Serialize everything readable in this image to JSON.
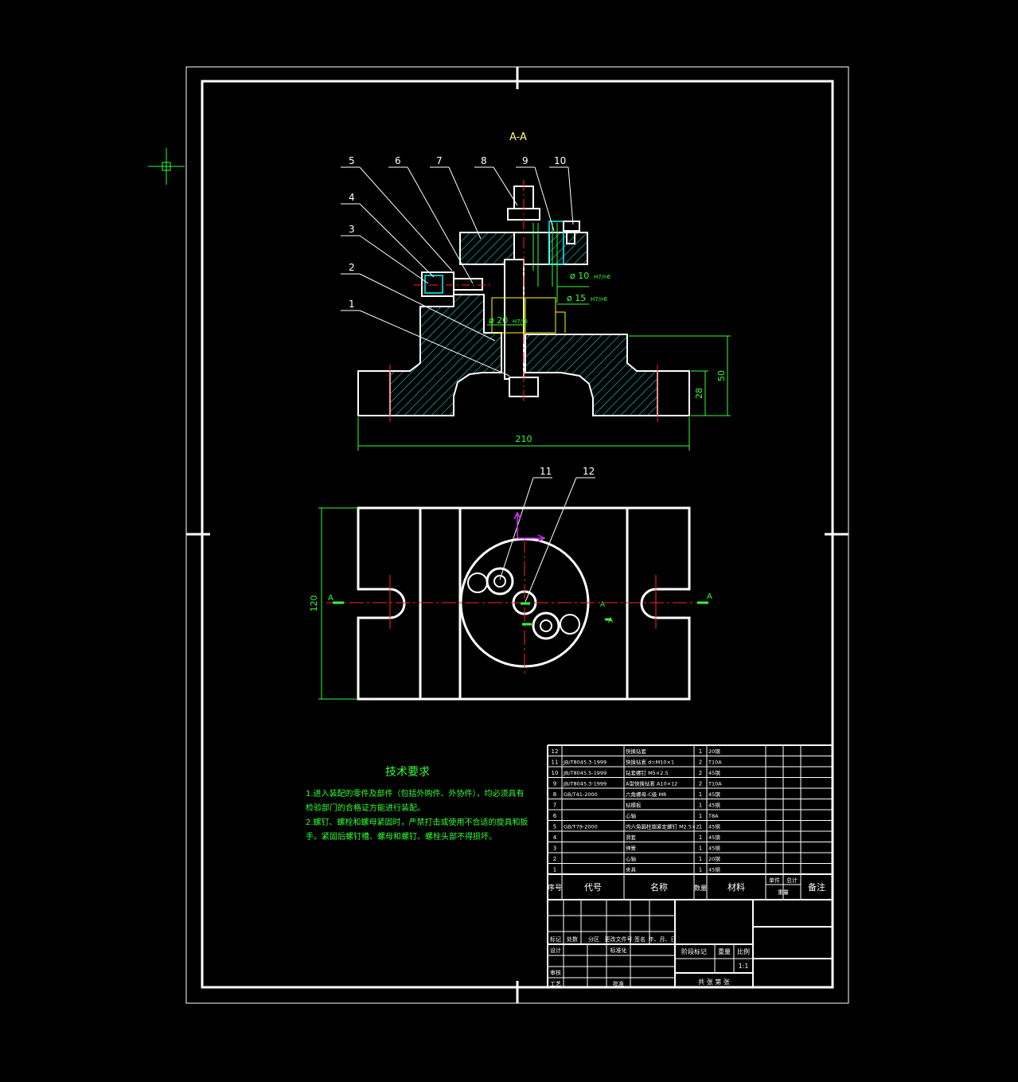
{
  "section_label": "A-A",
  "leader_numbers": [
    "1",
    "2",
    "3",
    "4",
    "5",
    "6",
    "7",
    "8",
    "9",
    "10",
    "11",
    "12"
  ],
  "fits": {
    "d10": "ø 10",
    "d10_fit": "H7/n6",
    "d15": "ø 15",
    "d15_fit": "H7/n6",
    "d20": "ø 20",
    "d20_fit": "H7/f6"
  },
  "dims": {
    "width": "210",
    "height_total": "50",
    "height_base": "28",
    "plan_height": "120"
  },
  "section_marks": [
    "A",
    "A",
    "A",
    "A"
  ],
  "tech_requirements": {
    "title": "技术要求",
    "lines": [
      "1.进入装配的零件及部件（包括外购件、外协件），均必须具有",
      "检验部门的合格证方能进行装配。",
      "2.螺钉、螺栓和螺母紧固时，严禁打击或使用不合适的旋具和扳",
      "手。紧固后螺钉槽、螺母和螺钉、螺栓头部不得损坏。"
    ]
  },
  "bom": {
    "rows": [
      {
        "no": "12",
        "code": "",
        "name": "快换钻套",
        "qty": "1",
        "mat": "20钢"
      },
      {
        "no": "11",
        "code": "JB/T8045.3-1999",
        "name": "快换钻套 d=M10×1",
        "qty": "2",
        "mat": "T10A"
      },
      {
        "no": "10",
        "code": "JB/T8045.5-1999",
        "name": "钻套螺钉 M5×2.5",
        "qty": "2",
        "mat": "45钢"
      },
      {
        "no": "9",
        "code": "JB/T8045.3-1999",
        "name": "A型快换钻套 A10×12",
        "qty": "2",
        "mat": "T10A"
      },
      {
        "no": "8",
        "code": "GB/T41-2000",
        "name": "六角螺母-C级 M8",
        "qty": "1",
        "mat": "45钢"
      },
      {
        "no": "7",
        "code": "",
        "name": "钻模板",
        "qty": "1",
        "mat": "45钢"
      },
      {
        "no": "6",
        "code": "",
        "name": "心轴",
        "qty": "1",
        "mat": "T8A"
      },
      {
        "no": "5",
        "code": "GB/T79-2000",
        "name": "内六角圆柱端紧定螺钉 M2.5×2",
        "qty": "1",
        "mat": "45钢"
      },
      {
        "no": "4",
        "code": "",
        "name": "滑套",
        "qty": "1",
        "mat": "45钢"
      },
      {
        "no": "3",
        "code": "",
        "name": "弹簧",
        "qty": "1",
        "mat": "45钢"
      },
      {
        "no": "2",
        "code": "",
        "name": "心轴",
        "qty": "1",
        "mat": "20钢"
      },
      {
        "no": "1",
        "code": "",
        "name": "夹具",
        "qty": "1",
        "mat": "45钢"
      }
    ],
    "header": {
      "no": "序号",
      "code": "代号",
      "name": "名称",
      "qty": "数量",
      "mat": "材料",
      "single": "单件",
      "total": "总计",
      "weight": "重量",
      "note": "备注"
    }
  },
  "title_block": {
    "labels": [
      "标记",
      "处数",
      "分区",
      "更改文件号",
      "签名",
      "年、月、日"
    ],
    "row_design": "设计",
    "row_std": "标准化",
    "row_review": "审核",
    "row_process": "工艺",
    "row_approve": "批准",
    "stage": "阶段标记",
    "weight": "重量",
    "scale": "比例",
    "scale_val": "1:1",
    "sheets": "共  张  第  张"
  }
}
